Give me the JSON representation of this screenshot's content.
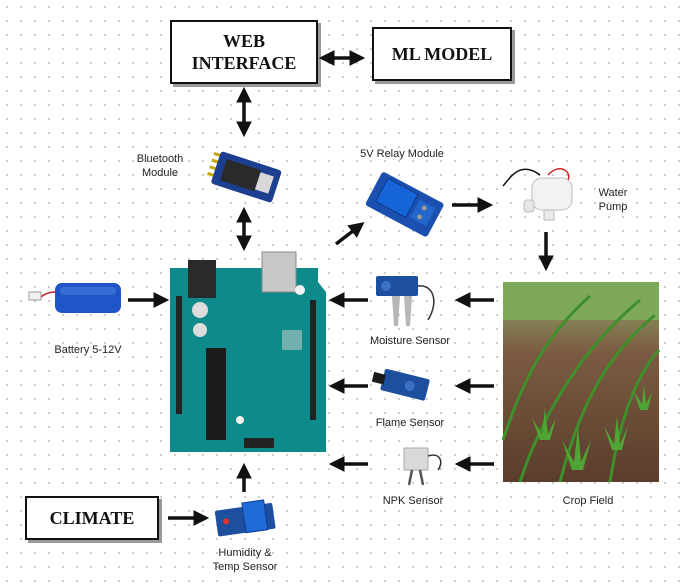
{
  "boxes": {
    "web_interface_line1": "WEB",
    "web_interface_line2": "INTERFACE",
    "ml_model": "ML MODEL",
    "climate": "CLIMATE"
  },
  "components": {
    "bluetooth_line1": "Bluetooth",
    "bluetooth_line2": "Module",
    "relay": "5V Relay Module",
    "pump_line1": "Water",
    "pump_line2": "Pump",
    "battery": "Battery 5-12V",
    "moisture": "Moisture Sensor",
    "flame": "Flame Sensor",
    "npk": "NPK Sensor",
    "crop": "Crop Field",
    "humidity_line1": "Humidity &",
    "humidity_line2": "Temp Sensor"
  },
  "colors": {
    "arduino": "#0f8a8a",
    "battery": "#1f55c8",
    "sensor_board": "#1d4f9e",
    "relay": "#1b4fb0",
    "soil": "#6b4a36",
    "crop": "#3f8f2a"
  }
}
